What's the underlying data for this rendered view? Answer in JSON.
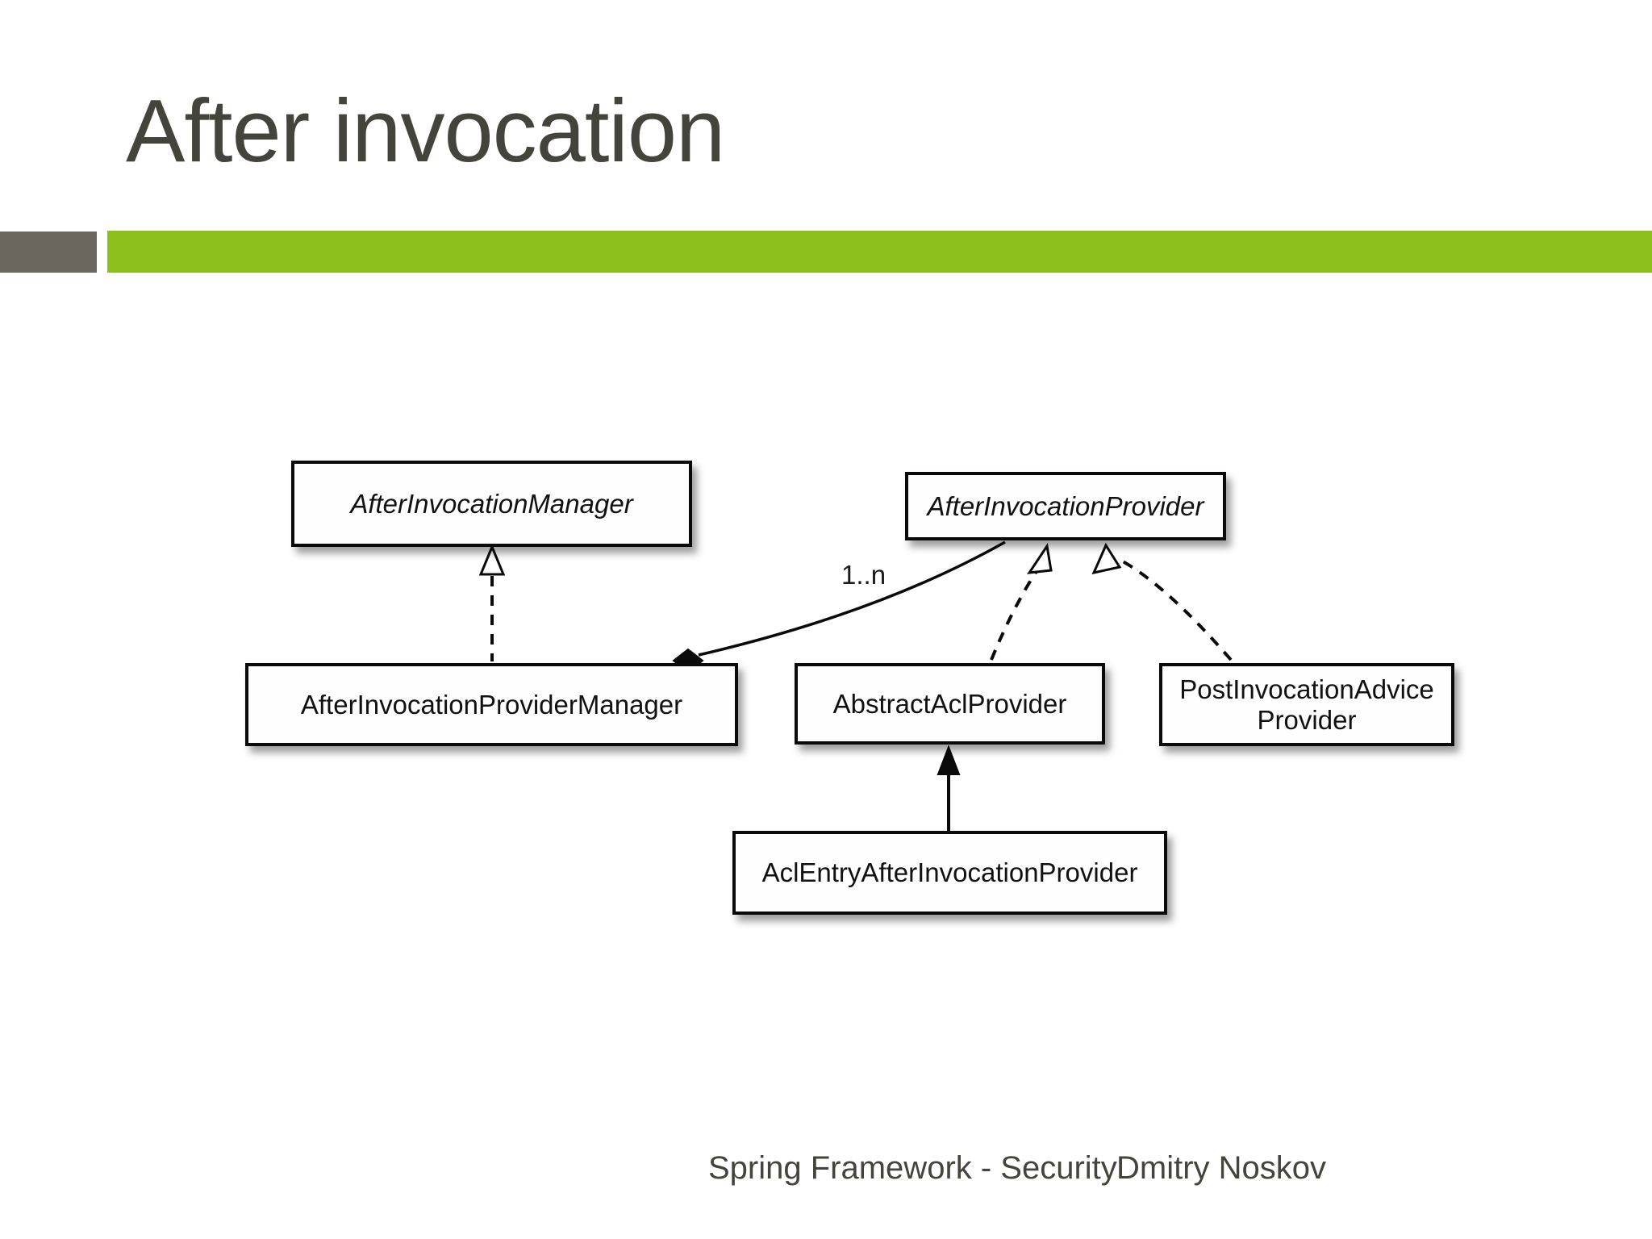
{
  "slide": {
    "title": "After invocation",
    "footer": {
      "course": "Spring Framework - Security",
      "author": "Dmitry Noskov"
    }
  },
  "theme": {
    "accent_green": "#8CC01C",
    "accent_gray": "#6B675F",
    "text_color": "#45443C",
    "box_border": "#0a0a0a",
    "box_fill": "#fefefe"
  },
  "diagram": {
    "type": "uml-class-diagram",
    "boxes": [
      {
        "id": "AfterInvocationManager",
        "label": "AfterInvocationManager",
        "stereotype": "interface"
      },
      {
        "id": "AfterInvocationProvider",
        "label": "AfterInvocationProvider",
        "stereotype": "interface"
      },
      {
        "id": "AfterInvocationProviderManager",
        "label": "AfterInvocationProviderManager",
        "stereotype": "class"
      },
      {
        "id": "AbstractAclProvider",
        "label": "AbstractAclProvider",
        "stereotype": "class"
      },
      {
        "id": "PostInvocationAdviceProvider",
        "label_lines": [
          "PostInvocationAdvice",
          "Provider"
        ],
        "stereotype": "class"
      },
      {
        "id": "AclEntryAfterInvocationProvider",
        "label": "AclEntryAfterInvocationProvider",
        "stereotype": "class"
      }
    ],
    "relations": [
      {
        "from": "AfterInvocationProviderManager",
        "to": "AfterInvocationManager",
        "type": "realization",
        "style": "dashed-hollow-triangle"
      },
      {
        "from": "AfterInvocationProviderManager",
        "to": "AfterInvocationProvider",
        "type": "aggregation",
        "multiplicity": "1..n",
        "style": "solid-filled-diamond"
      },
      {
        "from": "AbstractAclProvider",
        "to": "AfterInvocationProvider",
        "type": "realization",
        "style": "dashed-hollow-triangle"
      },
      {
        "from": "PostInvocationAdviceProvider",
        "to": "AfterInvocationProvider",
        "type": "realization",
        "style": "dashed-hollow-triangle"
      },
      {
        "from": "AclEntryAfterInvocationProvider",
        "to": "AbstractAclProvider",
        "type": "generalization",
        "style": "solid-filled-triangle"
      }
    ],
    "multiplicity_label": "1..n"
  }
}
